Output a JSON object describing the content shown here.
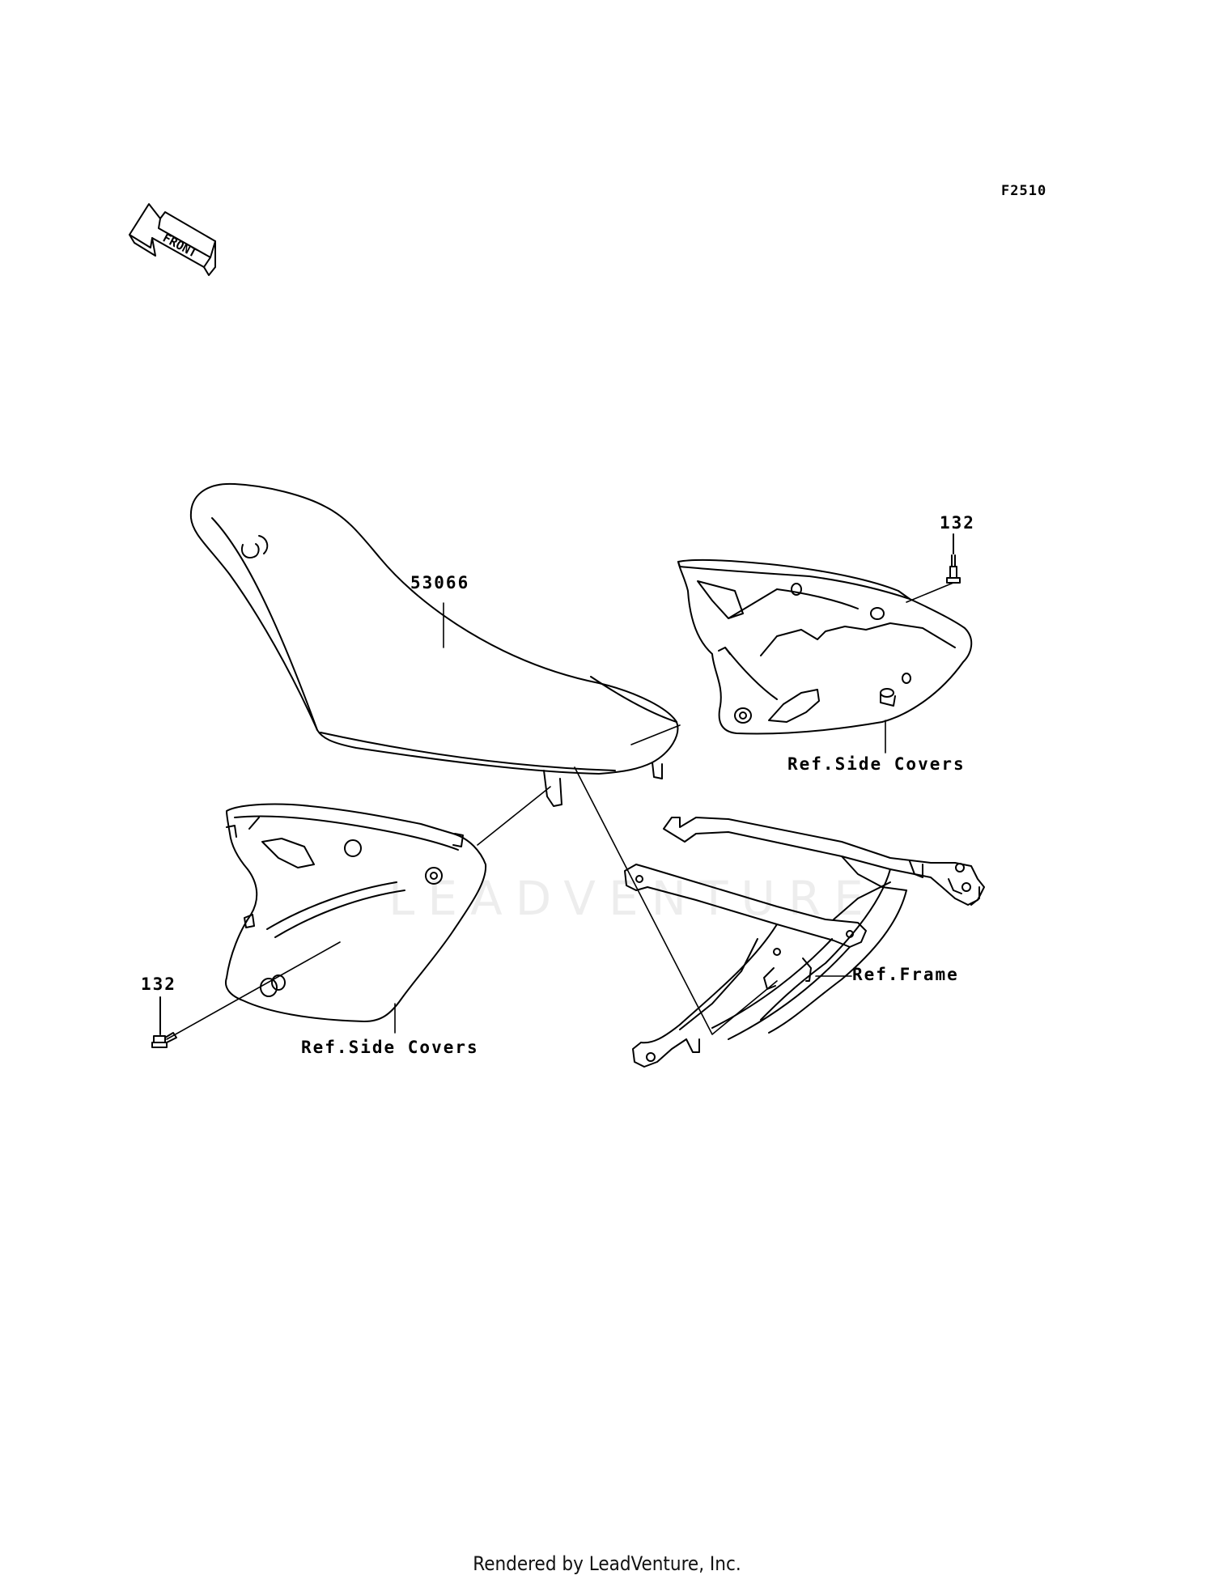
{
  "figure_code": "F2510",
  "front_arrow_label": "FRONT",
  "watermark_text": "LEADVENTURE",
  "callouts": {
    "seat": "53066",
    "bolt_right": "132",
    "bolt_left": "132",
    "ref_side_covers_right": "Ref.Side Covers",
    "ref_side_covers_left": "Ref.Side Covers",
    "ref_frame": "Ref.Frame"
  },
  "footer": "Rendered by LeadVenture, Inc."
}
